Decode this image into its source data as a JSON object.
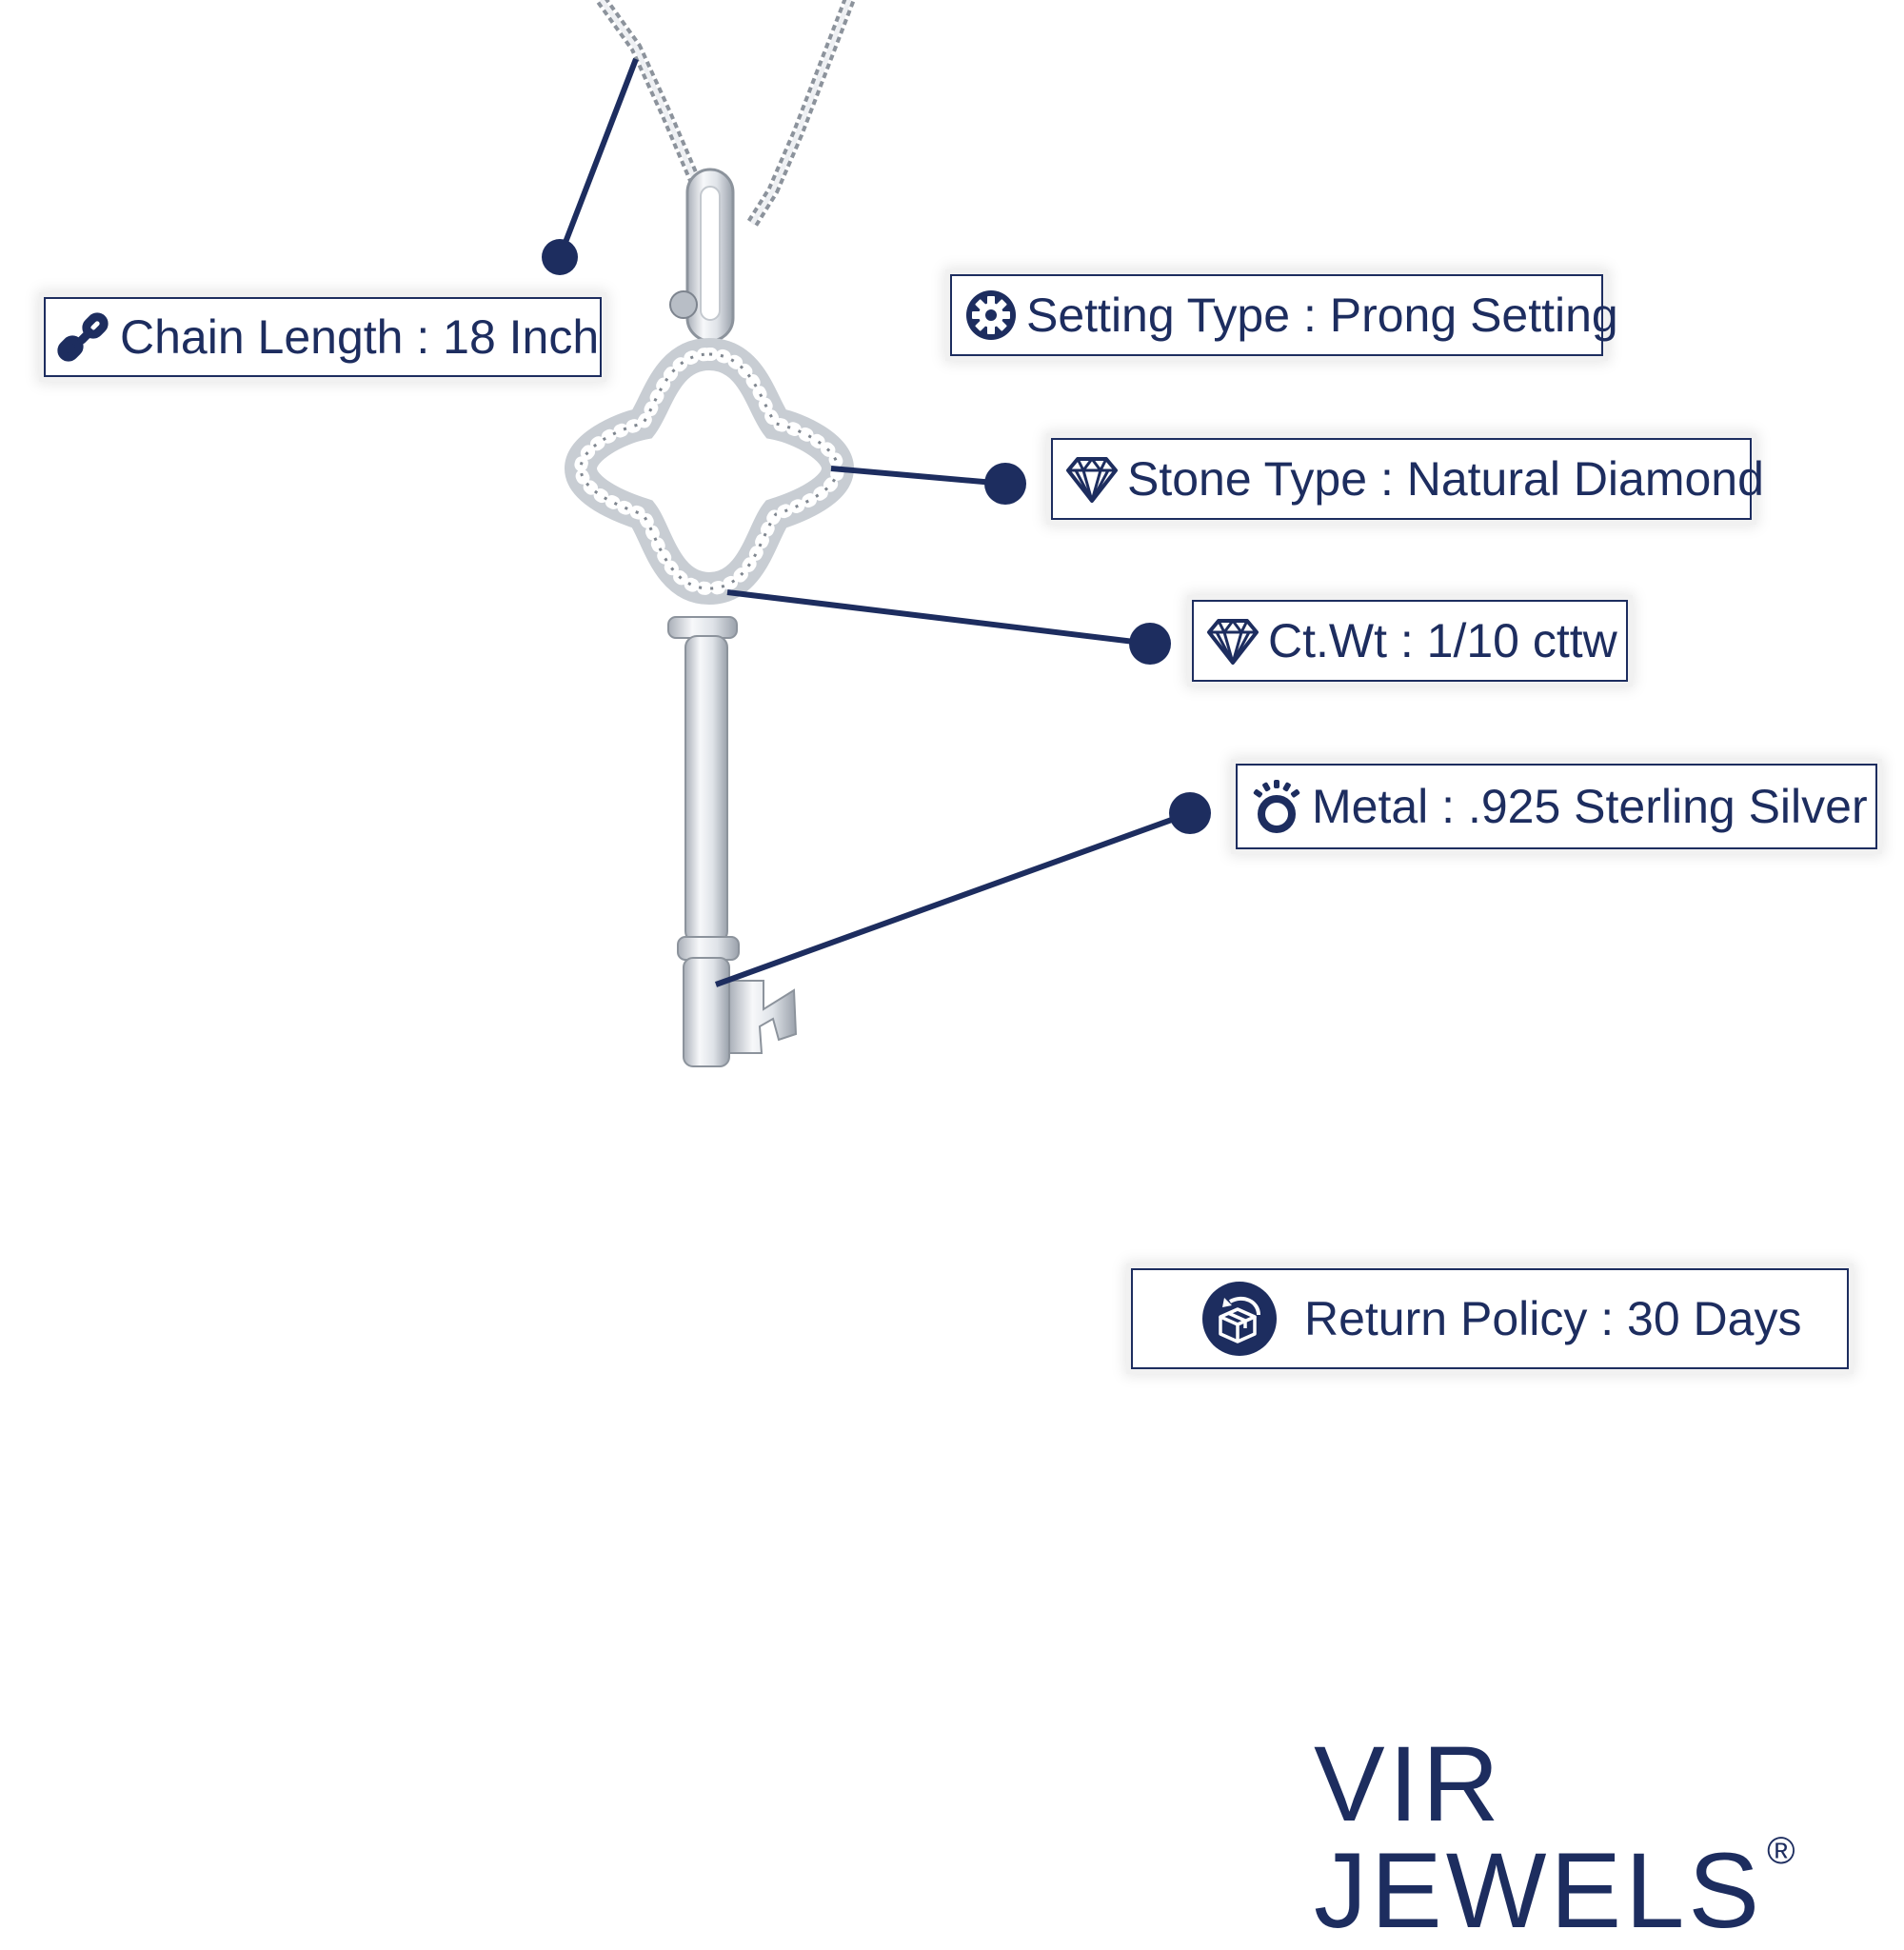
{
  "specs": {
    "chain_length": {
      "label": "Chain Length",
      "sep": " : ",
      "value": "18 Inch",
      "icon": "chain-link-icon"
    },
    "setting_type": {
      "label": "Setting Type",
      "sep": " : ",
      "value": "Prong Setting",
      "icon": "gear-icon"
    },
    "stone_type": {
      "label": "Stone Type",
      "sep": " : ",
      "value": "Natural Diamond",
      "icon": "diamond-icon"
    },
    "ct_wt": {
      "label": "Ct.Wt",
      "sep": " : ",
      "value": "1/10 cttw",
      "icon": "diamond-icon"
    },
    "metal": {
      "label": "Metal",
      "sep": " : ",
      "value": ".925 Sterling Silver",
      "icon": "ring-icon"
    },
    "return_policy": {
      "label": "Return Policy",
      "sep": " : ",
      "value": "30 Days",
      "icon": "return-box-icon"
    }
  },
  "brand": {
    "name": "VIR JEWELS",
    "mark": "®"
  },
  "colors": {
    "navy": "#1d2d5f",
    "silver": "#d9dde2",
    "background": "#ffffff"
  }
}
